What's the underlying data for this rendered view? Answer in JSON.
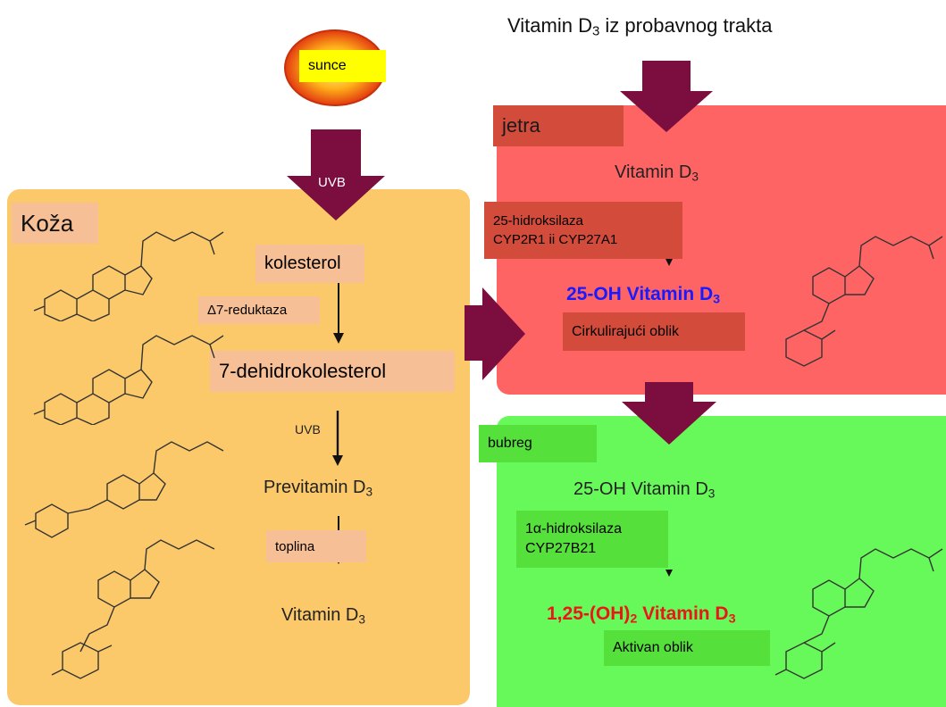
{
  "title": {
    "main": "Vitamin D",
    "sub": "3",
    "rest": " iz probavnog trakta"
  },
  "sun": {
    "label": "sunce"
  },
  "uvb_arrow": {
    "label": "UVB"
  },
  "skin": {
    "title": "Koža",
    "kolesterol": "kolesterol",
    "enzyme1": "Δ7-reduktaza",
    "dehydro": "7-dehidrokolesterol",
    "uvb": "UVB",
    "previtamin": "Previtamin D",
    "previtamin_sub": "3",
    "heat": "toplina",
    "vitamin": "Vitamin D",
    "vitamin_sub": "3"
  },
  "liver": {
    "title": "jetra",
    "vitamin": "Vitamin D",
    "vitamin_sub": "3",
    "enzyme_line1": "25-hidroksilaza",
    "enzyme_line2": "CYP2R1 ii CYP27A1",
    "product": "25-OH Vitamin D",
    "product_sub": "3",
    "form": "Cirkulirajući oblik"
  },
  "kidney": {
    "title": "bubreg",
    "substrate": "25-OH Vitamin D",
    "substrate_sub": "3",
    "enzyme_line1": "1α-hidroksilaza",
    "enzyme_line2": "CYP27B21",
    "product_a": "1,25-(OH)",
    "product_a_sub": "2",
    "product_b": " Vitamin D",
    "product_b_sub": "3",
    "form": "Aktivan oblik"
  },
  "colors": {
    "skin_panel": "#fcc96a",
    "liver_panel": "#ff6464",
    "kidney_panel": "#67f95a",
    "arrow": "#7c0d3f",
    "label_peach": "#f7bf95",
    "label_red": "#d24b3b",
    "label_green": "#55e03b",
    "blue_text": "#1a1aff",
    "red_text": "#e81818"
  }
}
